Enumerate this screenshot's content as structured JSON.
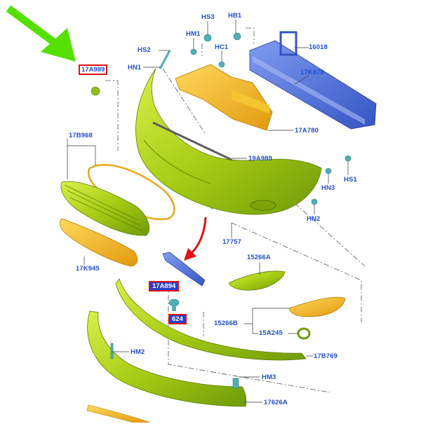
{
  "diagram": {
    "part_labels": {
      "p17A989_top": "17A989",
      "pHS2": "HS2",
      "pHN1": "HN1",
      "pHM1": "HM1",
      "pHS3": "HS3",
      "pHB1": "HB1",
      "pHC1": "HC1",
      "p16018": "16018",
      "p17K876": "17K876",
      "p17A780": "17A780",
      "p19A989": "19A989",
      "p17B968": "17B968",
      "pHN3": "HN3",
      "pHS1": "HS1",
      "pHN2": "HN2",
      "p17757": "17757",
      "p17K945": "17K945",
      "p15266A": "15266A",
      "p17A894": "17A894",
      "p624": "624",
      "p15266B": "15266B",
      "p15A245": "15A245",
      "p17B769": "17B769",
      "pHM2": "HM2",
      "pHM3": "HM3",
      "p17626A": "17626A"
    },
    "colors": {
      "label_blue": "#1f4fd1",
      "highlight_red": "#e01212",
      "arrow_green": "#55e000",
      "bumper_green": "#a6c912",
      "bracket_orange": "#f0b21a",
      "beam_blue": "#4a6fd8"
    }
  }
}
